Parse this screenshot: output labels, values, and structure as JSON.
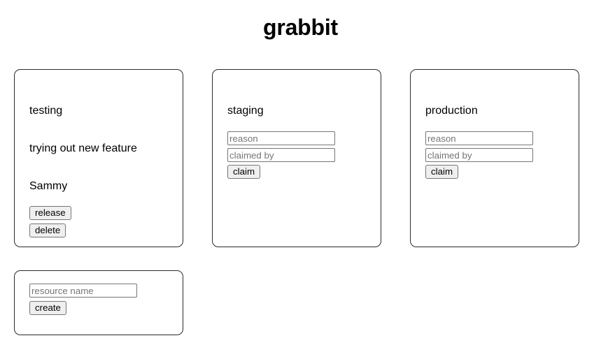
{
  "app": {
    "title": "grabbit"
  },
  "resources": [
    {
      "name": "testing",
      "status": "claimed",
      "reason": "trying out new feature",
      "claimed_by": "Sammy",
      "actions": [
        {
          "icon": "release-icon",
          "label": "release"
        },
        {
          "icon": "delete-icon",
          "label": "delete"
        }
      ]
    },
    {
      "name": "staging",
      "status": "available",
      "form": {
        "reason_placeholder": "reason",
        "reason_value": "",
        "claimed_by_placeholder": "claimed by",
        "claimed_by_value": "",
        "submit_label": "claim"
      }
    },
    {
      "name": "production",
      "status": "available",
      "form": {
        "reason_placeholder": "reason",
        "reason_value": "",
        "claimed_by_placeholder": "claimed by",
        "claimed_by_value": "",
        "submit_label": "claim"
      }
    }
  ],
  "create_card": {
    "name_placeholder": "resource name",
    "name_value": "",
    "submit_label": "create"
  },
  "colors": {
    "page_background": "#ffffff",
    "card_border": "#2b2b2b",
    "text": "#000000",
    "input_border": "#767676",
    "placeholder_text": "#757575",
    "button_background": "#efefef"
  }
}
